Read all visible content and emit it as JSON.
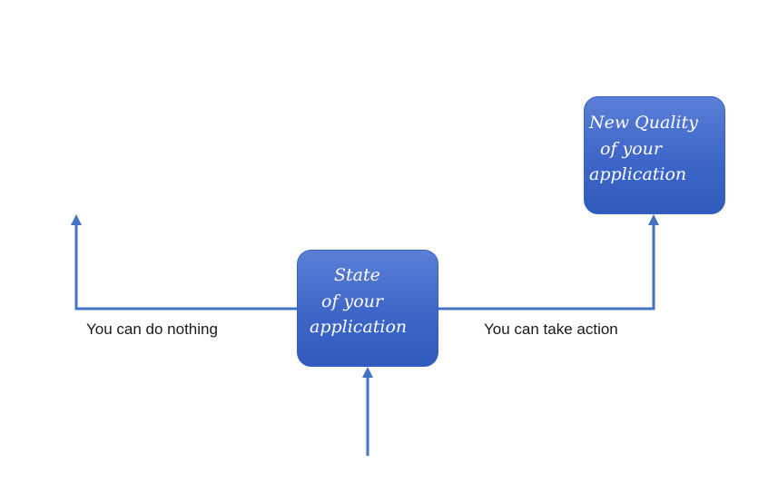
{
  "nodes": {
    "state": {
      "lines": [
        "State",
        "of your",
        "application"
      ]
    },
    "quality": {
      "lines": [
        "New Quality",
        "of your",
        "application"
      ]
    }
  },
  "edges": {
    "left_label": "You can do nothing",
    "right_label": "You can take action"
  },
  "colors": {
    "arrow": "#4472c4",
    "box_top": "#5b7fd6",
    "box_bottom": "#2f5bbd",
    "box_text": "#ffffff",
    "label_text": "#1a1a1a"
  }
}
